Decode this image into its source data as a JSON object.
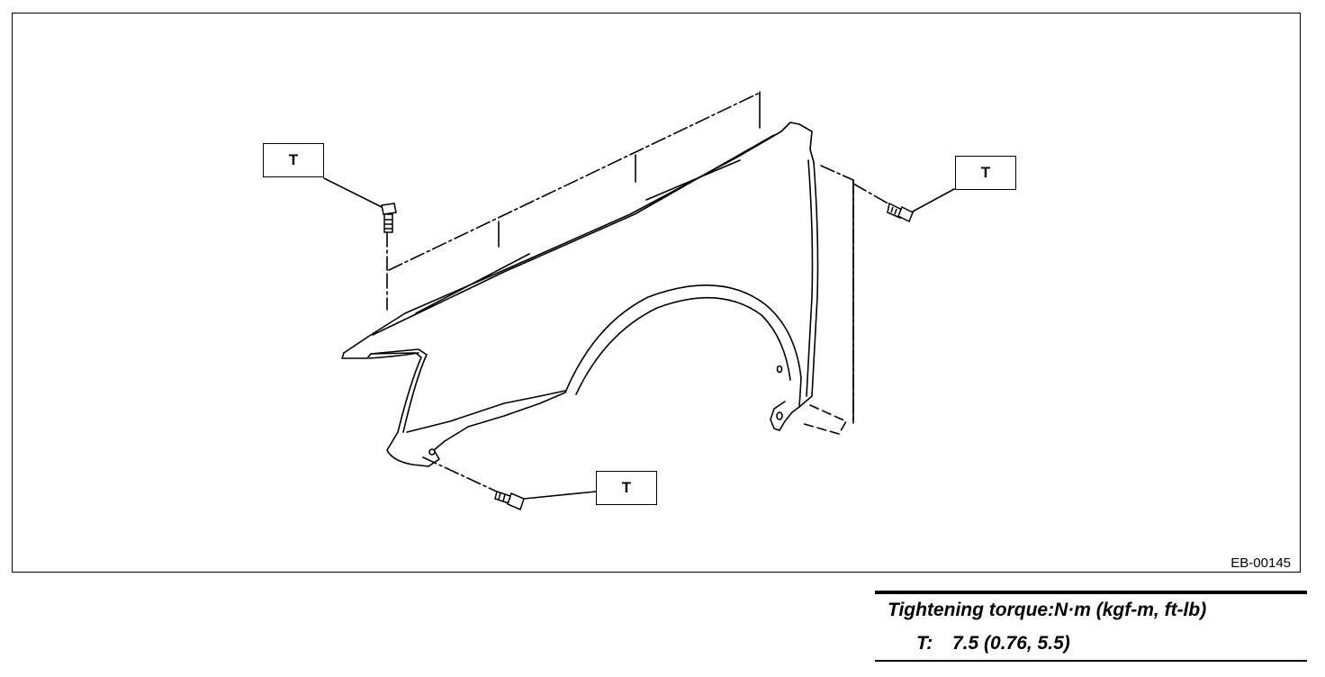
{
  "figure": {
    "callouts": {
      "top_left": "T",
      "top_right": "T",
      "bottom": "T"
    },
    "figure_code": "EB-00145"
  },
  "torque_table": {
    "header": "Tightening torque:N·m (kgf-m, ft-lb)",
    "row": {
      "symbol": "T:",
      "value": "7.5 (0.76, 5.5)"
    }
  },
  "icons": {
    "bolt": "bolt-icon",
    "fender": "fender-part-icon"
  },
  "colors": {
    "line": "#000000",
    "background": "#ffffff"
  }
}
